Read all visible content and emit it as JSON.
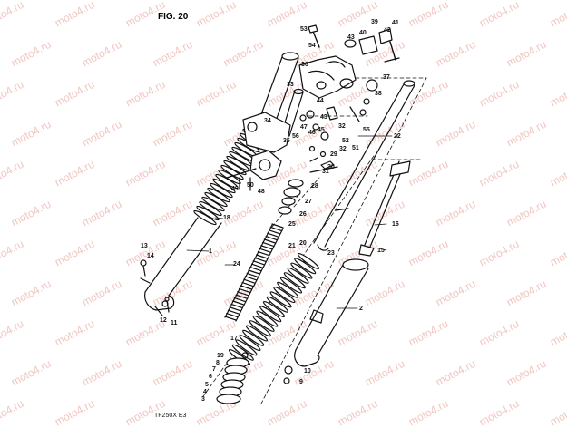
{
  "figure": {
    "title": "FIG. 20",
    "code": "TF250X E3"
  },
  "watermark": "moto4.ru",
  "callouts": [
    {
      "num": "53"
    },
    {
      "num": "54"
    },
    {
      "num": "43"
    },
    {
      "num": "40"
    },
    {
      "num": "39"
    },
    {
      "num": "42"
    },
    {
      "num": "41"
    },
    {
      "num": "36"
    },
    {
      "num": "37"
    },
    {
      "num": "38"
    },
    {
      "num": "33"
    },
    {
      "num": "44"
    },
    {
      "num": "43"
    },
    {
      "num": "32"
    },
    {
      "num": "55"
    },
    {
      "num": "34"
    },
    {
      "num": "47"
    },
    {
      "num": "46"
    },
    {
      "num": "45"
    },
    {
      "num": "52"
    },
    {
      "num": "51"
    },
    {
      "num": "56"
    },
    {
      "num": "35"
    },
    {
      "num": "32"
    },
    {
      "num": "22"
    },
    {
      "num": "29"
    },
    {
      "num": "31"
    },
    {
      "num": "30"
    },
    {
      "num": "49"
    },
    {
      "num": "50"
    },
    {
      "num": "48"
    },
    {
      "num": "28"
    },
    {
      "num": "27"
    },
    {
      "num": "26"
    },
    {
      "num": "25"
    },
    {
      "num": "18"
    },
    {
      "num": "16"
    },
    {
      "num": "21"
    },
    {
      "num": "20"
    },
    {
      "num": "23"
    },
    {
      "num": "15"
    },
    {
      "num": "13"
    },
    {
      "num": "14"
    },
    {
      "num": "1"
    },
    {
      "num": "24"
    },
    {
      "num": "2"
    },
    {
      "num": "12"
    },
    {
      "num": "11"
    },
    {
      "num": "17"
    },
    {
      "num": "19"
    },
    {
      "num": "8"
    },
    {
      "num": "7"
    },
    {
      "num": "6"
    },
    {
      "num": "5"
    },
    {
      "num": "4"
    },
    {
      "num": "3"
    },
    {
      "num": "10"
    },
    {
      "num": "9"
    }
  ]
}
